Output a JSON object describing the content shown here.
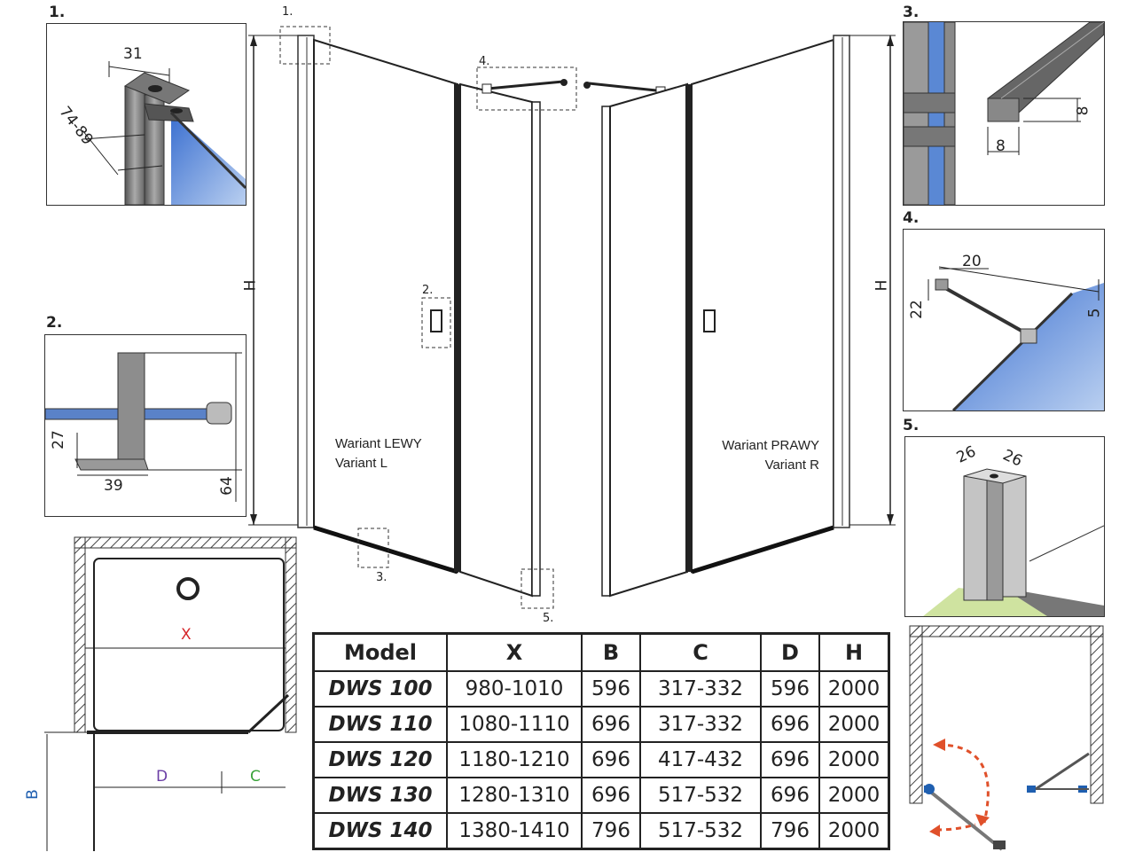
{
  "callouts": {
    "n1": "1.",
    "n2": "2.",
    "n3": "3.",
    "n4": "4.",
    "n5": "5."
  },
  "detail1": {
    "dim_top": "31",
    "dim_side": "74-89"
  },
  "detail2": {
    "dim_27": "27",
    "dim_39": "39",
    "dim_64": "64"
  },
  "detail3": {
    "dim_8a": "8",
    "dim_8b": "8"
  },
  "detail4": {
    "dim_20": "20",
    "dim_22": "22",
    "dim_5": "5"
  },
  "detail5": {
    "dim_26a": "26",
    "dim_26b": "26"
  },
  "drawing": {
    "h_left": "H",
    "h_right": "H",
    "variant_left_1": "Wariant LEWY",
    "variant_left_2": "Variant L",
    "variant_right_1": "Wariant PRAWY",
    "variant_right_2": "Variant R"
  },
  "plan": {
    "x": "X",
    "d": "D",
    "c": "C",
    "b": "B"
  },
  "colors": {
    "X": "#d6262a",
    "B": "#1f5fb0",
    "C": "#3aa33a",
    "D": "#6a3ea5",
    "H": "#222222",
    "glass": "#2f63c4",
    "swing": "#e0502a"
  },
  "table": {
    "headers": [
      "Model",
      "X",
      "B",
      "C",
      "D",
      "H"
    ],
    "rows": [
      [
        "DWS 100",
        "980-1010",
        "596",
        "317-332",
        "596",
        "2000"
      ],
      [
        "DWS 110",
        "1080-1110",
        "696",
        "317-332",
        "696",
        "2000"
      ],
      [
        "DWS 120",
        "1180-1210",
        "696",
        "417-432",
        "696",
        "2000"
      ],
      [
        "DWS 130",
        "1280-1310",
        "696",
        "517-532",
        "696",
        "2000"
      ],
      [
        "DWS 140",
        "1380-1410",
        "796",
        "517-532",
        "796",
        "2000"
      ]
    ]
  }
}
